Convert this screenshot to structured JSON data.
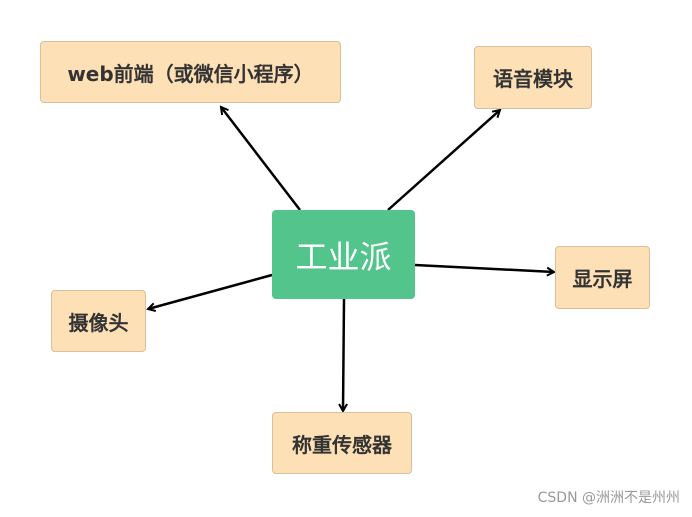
{
  "diagram": {
    "center": {
      "label": "工业派"
    },
    "nodes": {
      "web": {
        "label": "web前端（或微信小程序）"
      },
      "voice": {
        "label": "语音模块"
      },
      "display": {
        "label": "显示屏"
      },
      "camera": {
        "label": "摄像头"
      },
      "scale": {
        "label": "称重传感器"
      }
    },
    "edges": [
      {
        "from": "center",
        "to": "web"
      },
      {
        "from": "center",
        "to": "voice"
      },
      {
        "from": "center",
        "to": "display"
      },
      {
        "from": "center",
        "to": "camera"
      },
      {
        "from": "center",
        "to": "scale"
      }
    ]
  },
  "watermark": "CSDN @洲洲不是州州",
  "colors": {
    "center_fill": "#52c48c",
    "node_fill": "#fde0b5",
    "node_border": "#d9c09a",
    "arrow": "#000000"
  }
}
